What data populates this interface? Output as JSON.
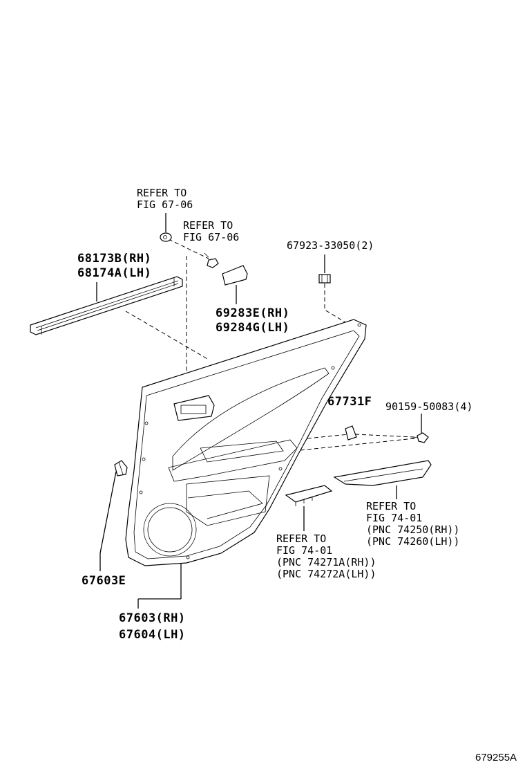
{
  "labels": {
    "refer_top1_a": "REFER TO",
    "refer_top1_b": "FIG 67-06",
    "refer_top2_a": "REFER TO",
    "refer_top2_b": "FIG 67-06",
    "p_67923": "67923-33050(2)",
    "p_68173b": "68173B(RH)",
    "p_68174a": "68174A(LH)",
    "p_69283e": "69283E(RH)",
    "p_69284g": "69284G(LH)",
    "p_67731f": "67731F",
    "p_90159": "90159-50083(4)",
    "refer_right_a": "REFER TO",
    "refer_right_b": "FIG 74-01",
    "refer_right_c": "(PNC 74250(RH))",
    "refer_right_d": "(PNC 74260(LH))",
    "refer_mid_a": "REFER TO",
    "refer_mid_b": "FIG 74-01",
    "refer_mid_c": "(PNC 74271A(RH))",
    "refer_mid_d": "(PNC 74272A(LH))",
    "p_67603e": "67603E",
    "p_67603": "67603(RH)",
    "p_67604": "67604(LH)",
    "figure_id": "679255A"
  }
}
